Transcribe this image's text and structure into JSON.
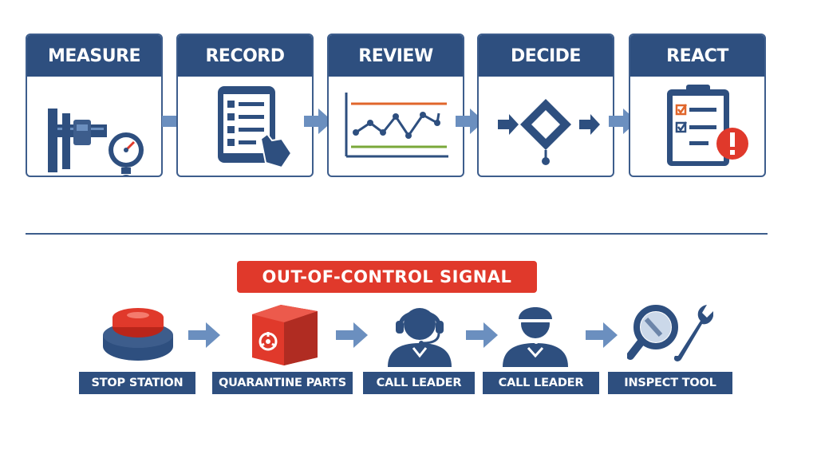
{
  "colors": {
    "navy": "#2e4f7f",
    "border": "#3d5d8c",
    "arrow": "#6b8fbf",
    "alert": "#e0392b",
    "chart_orange": "#e0662b",
    "chart_green": "#7aa83a"
  },
  "steps": [
    {
      "label": "MEASURE",
      "icon": "caliper-gauge-icon"
    },
    {
      "label": "RECORD",
      "icon": "tablet-checklist-icon"
    },
    {
      "label": "REVIEW",
      "icon": "control-chart-icon"
    },
    {
      "label": "DECIDE",
      "icon": "decision-diamond-icon"
    },
    {
      "label": "REACT",
      "icon": "clipboard-alert-icon"
    }
  ],
  "signal": {
    "label": "OUT-OF-CONTROL SIGNAL"
  },
  "actions": [
    {
      "label": "STOP STATION",
      "icon": "stop-button-icon"
    },
    {
      "label": "QUARANTINE PARTS",
      "icon": "biohazard-box-icon"
    },
    {
      "label": "CALL LEADER",
      "icon": "headset-person-icon"
    },
    {
      "label": "CALL LEADER",
      "icon": "headset-person-icon"
    },
    {
      "label": "INSPECT TOOL",
      "icon": "magnifier-wrench-icon"
    }
  ]
}
